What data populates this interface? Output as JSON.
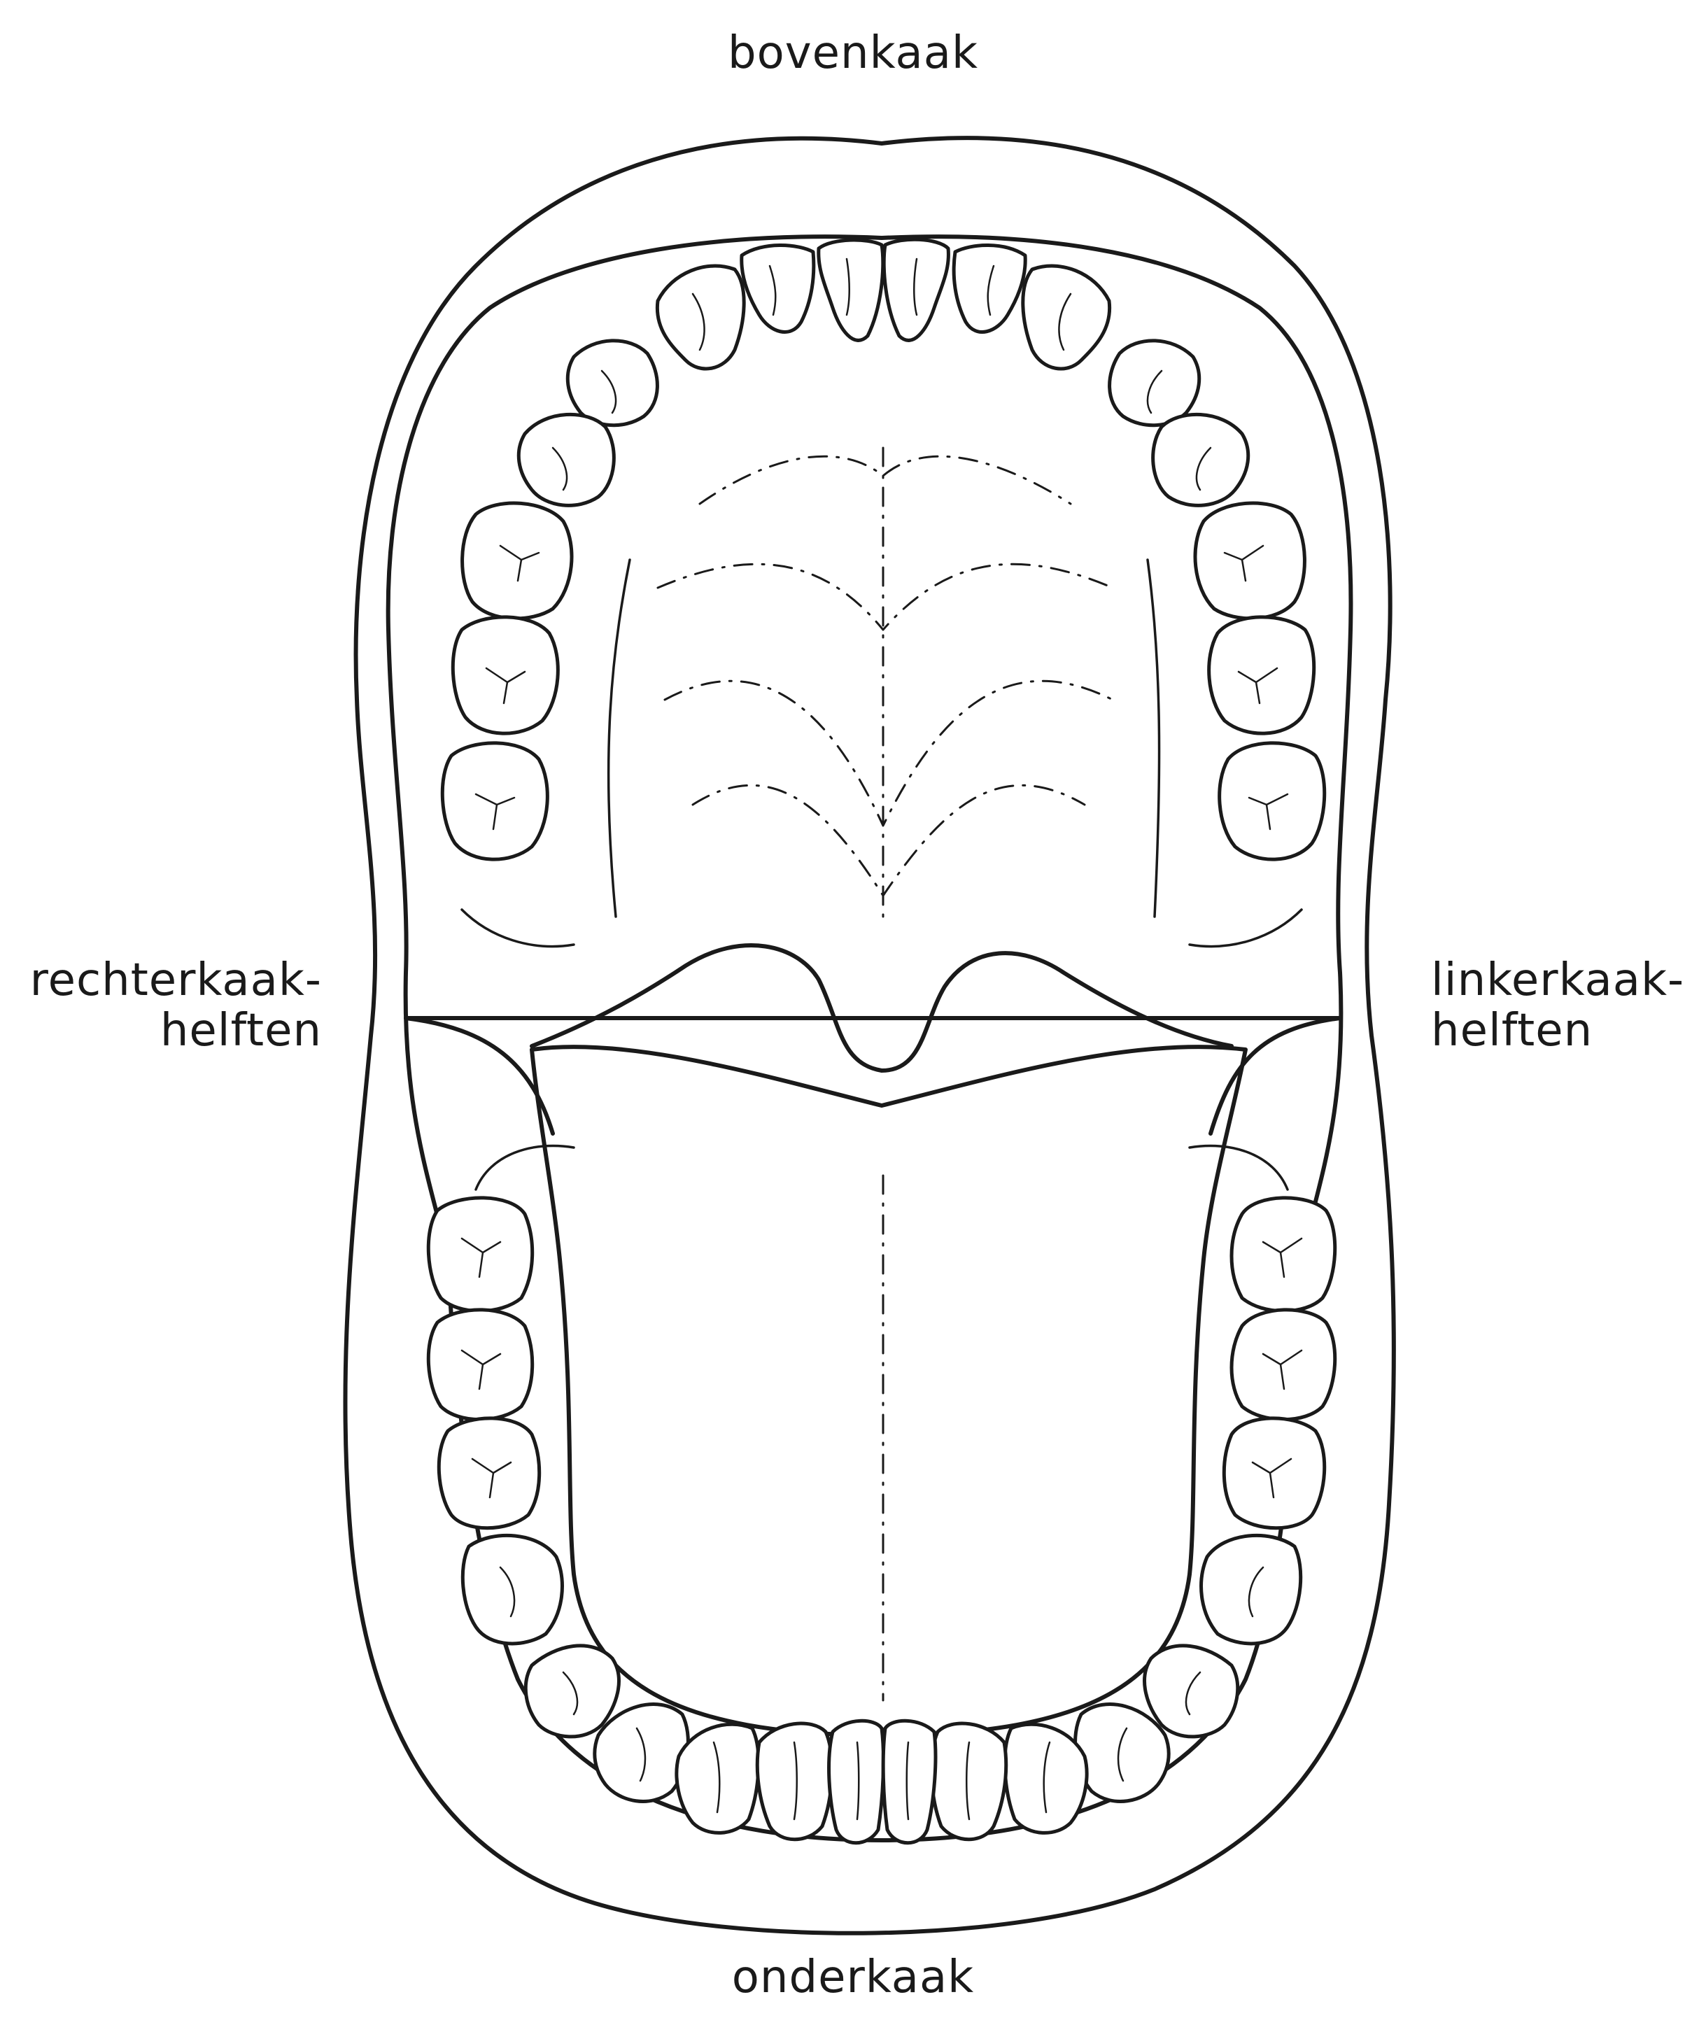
{
  "labels": {
    "top": "bovenkaak",
    "bottom": "onderkaak",
    "right_halves": [
      "rechterkaak-",
      "helften"
    ],
    "left_halves": [
      "linkerkaak-",
      "helften"
    ]
  }
}
